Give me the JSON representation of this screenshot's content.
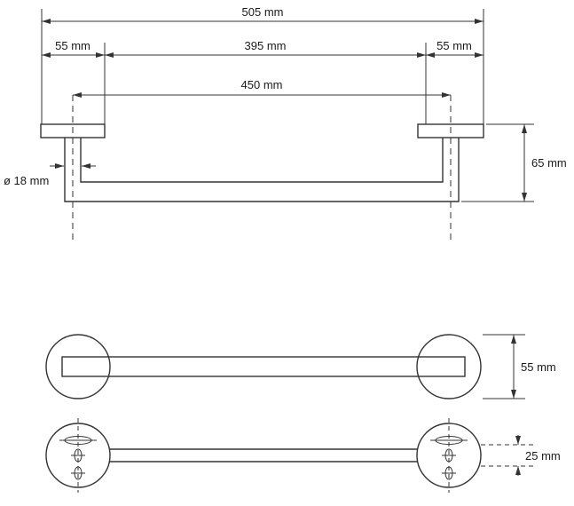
{
  "drawing": {
    "line_color": "#333333",
    "text_color": "#1a1a1a",
    "side_view": {
      "dim_total_width": "505 mm",
      "dim_left_inset": "55 mm",
      "dim_inner_span": "395 mm",
      "dim_right_inset": "55 mm",
      "dim_mounting_span": "450 mm",
      "dim_tube_diameter": "ø 18 mm",
      "dim_height": "65 mm"
    },
    "front_view": {
      "dim_rosette_diameter": "55 mm"
    },
    "top_view": {
      "dim_depth": "25 mm"
    }
  }
}
